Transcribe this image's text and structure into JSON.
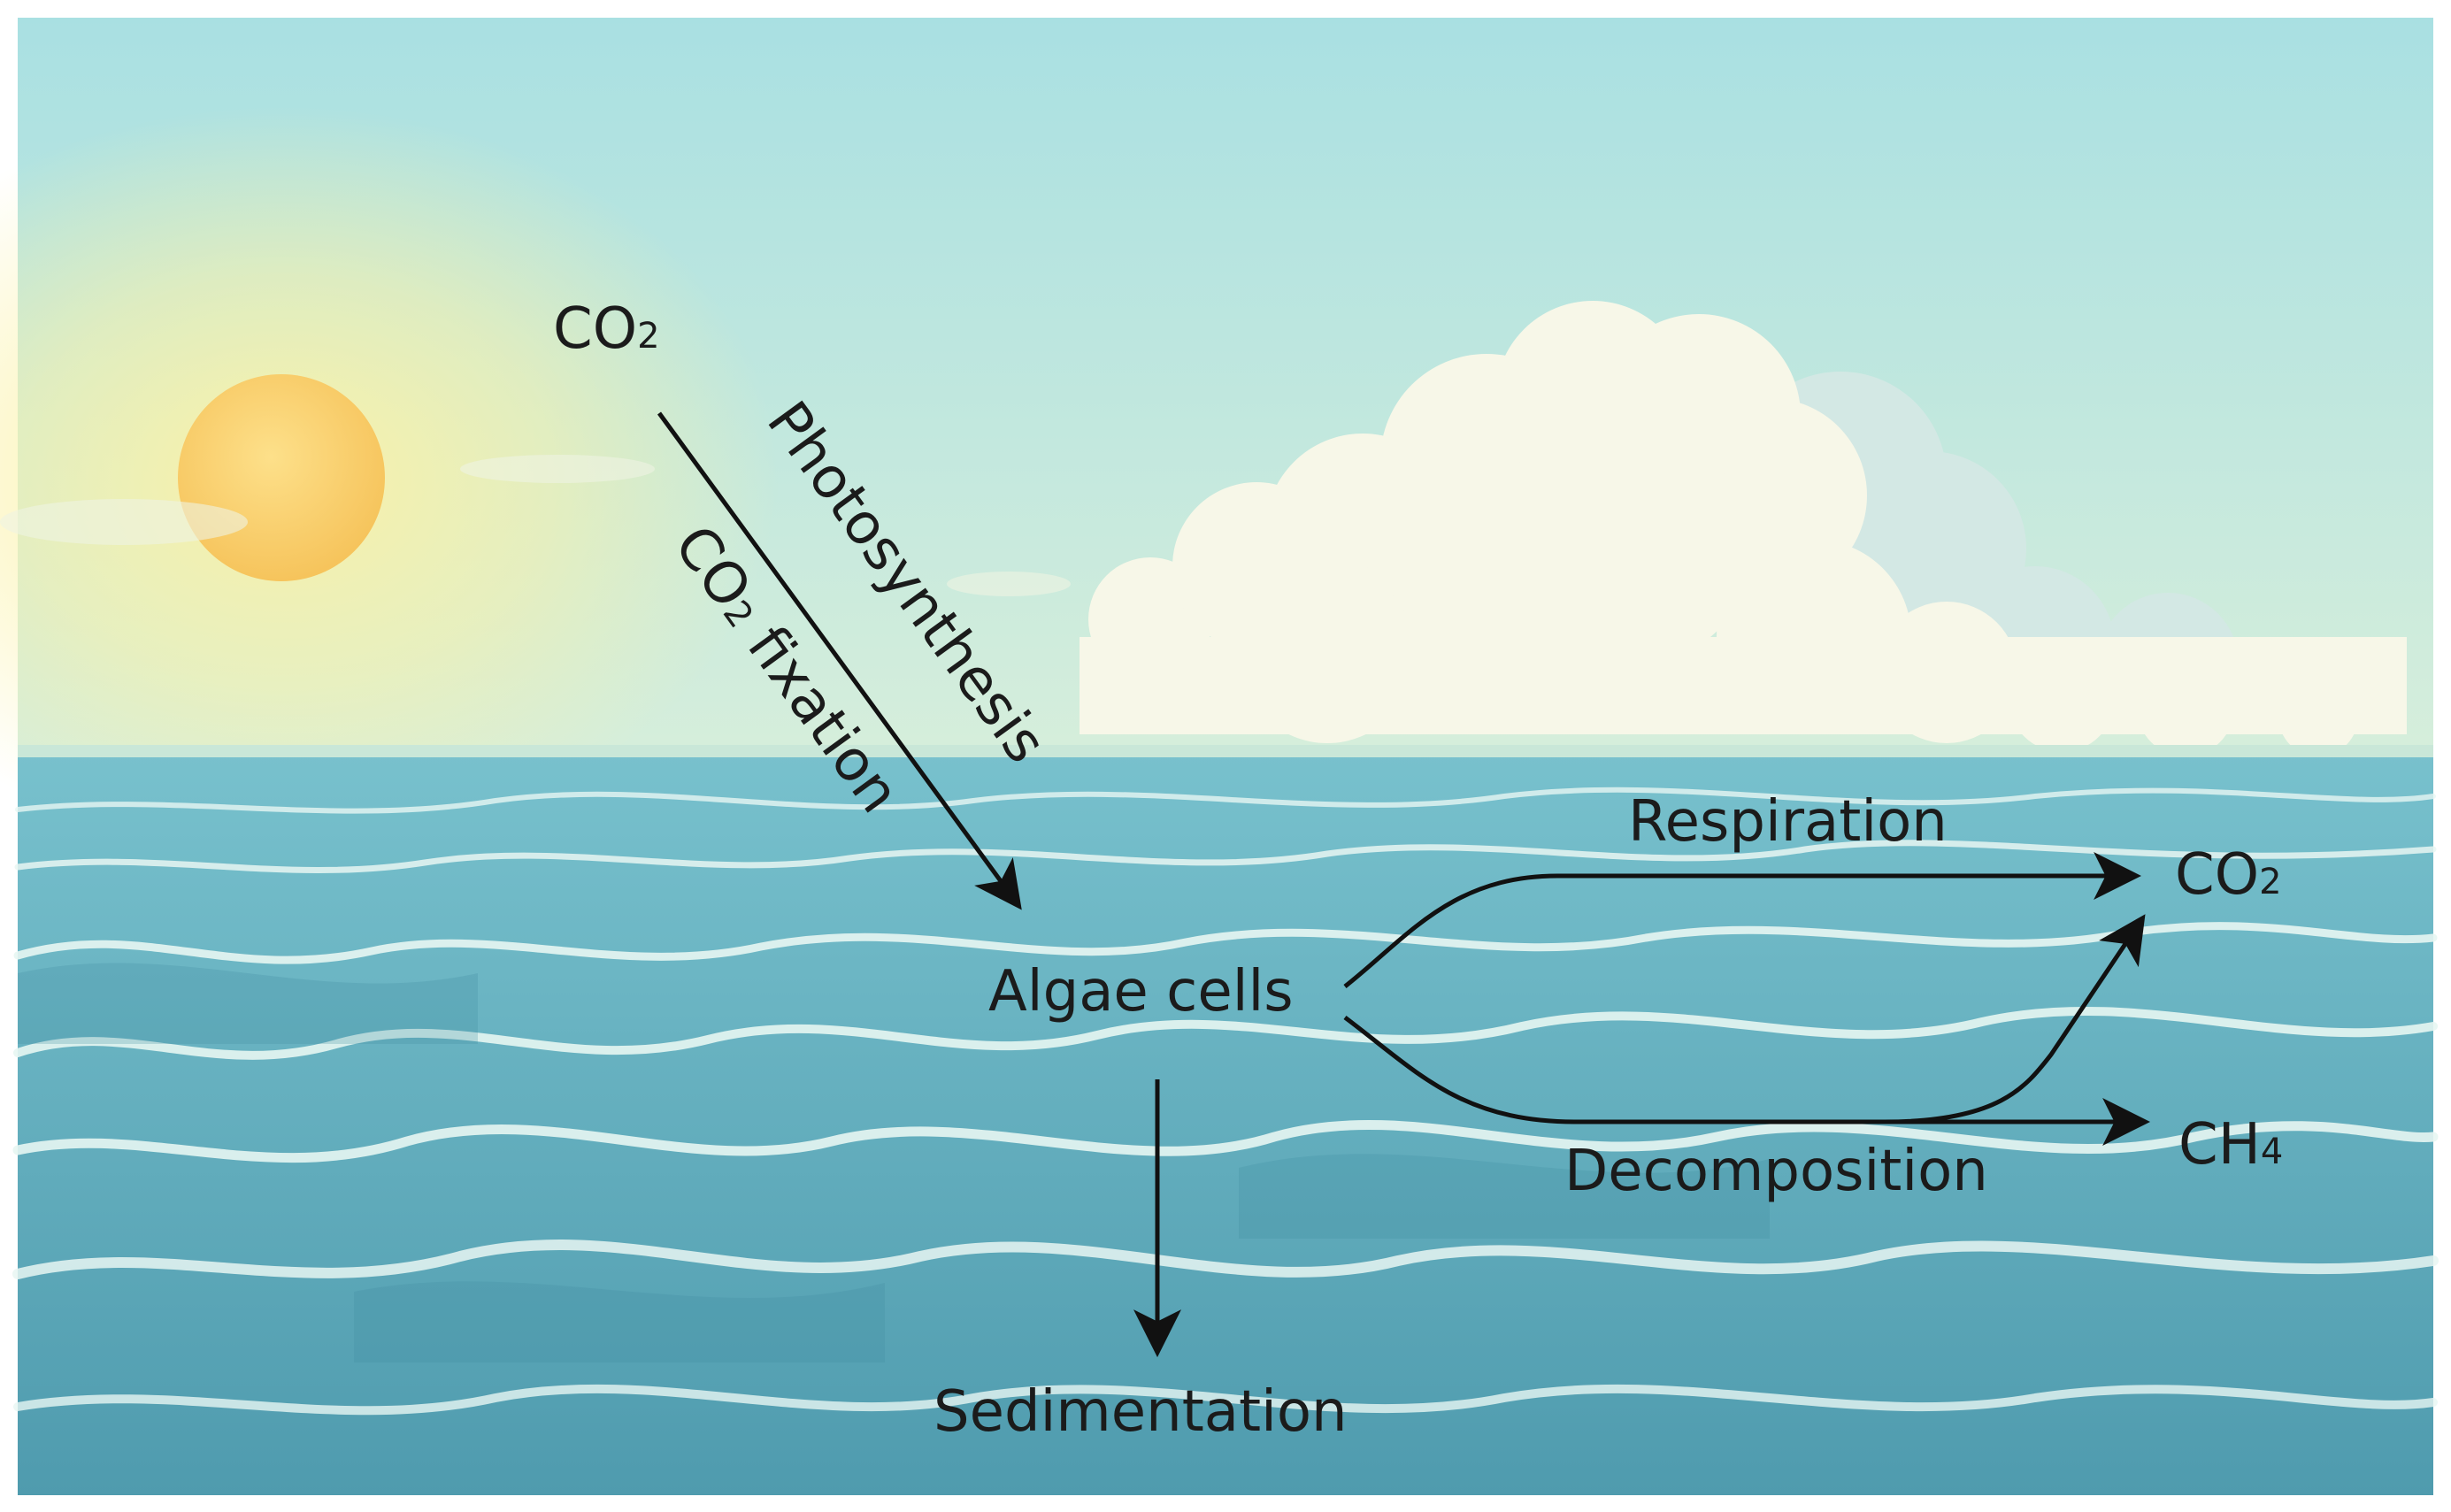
{
  "colors": {
    "sky_top": "#a9e0e2",
    "sky_bottom": "#d6eedb",
    "sun": "#f6c45c",
    "sun_glow": "#fbf2a8",
    "cloud": "#f7f7e8",
    "cloud_shade": "#d3e8e4",
    "sea_top": "#78c1cd",
    "sea_bottom": "#4f9bae",
    "wave_crest": "#e7f6f2",
    "arrow": "#111111"
  },
  "icons": {
    "sun": "sun-icon",
    "clouds": "cloud-icon"
  },
  "labels": {
    "co2_top": {
      "base": "CO",
      "sub": "2"
    },
    "photosynthesis": "Photosynthesis",
    "co2_fixation": {
      "base": "CO",
      "sub": "2",
      "rest": " fixation"
    },
    "algae": "Algae cells",
    "respiration": "Respiration",
    "co2_right": {
      "base": "CO",
      "sub": "2"
    },
    "decomposition": "Decomposition",
    "ch4": {
      "base": "CH",
      "sub": "4"
    },
    "sedimentation": "Sedimentation"
  }
}
